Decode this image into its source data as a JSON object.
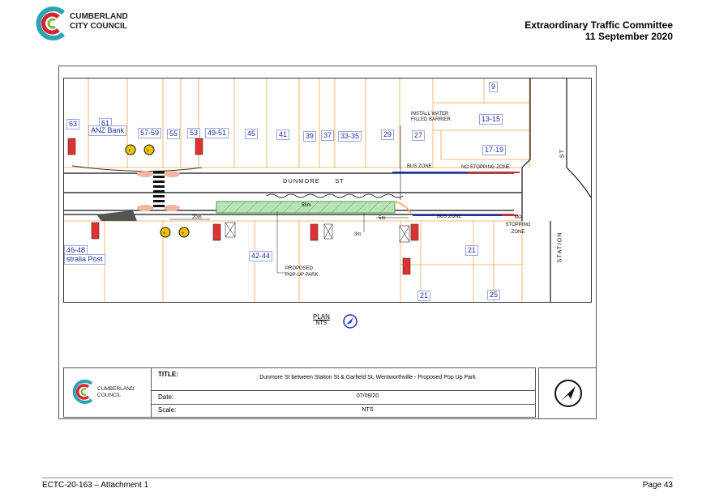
{
  "header": {
    "logo_line1": "CUMBERLAND",
    "logo_line2": "CITY COUNCIL",
    "committee": "Extraordinary Traffic Committee",
    "date": "11 September 2020"
  },
  "plan": {
    "street_name": "DUNMORE",
    "street_suffix": "ST",
    "station_st": "ST",
    "station_label": "STATION",
    "lots": [
      "63",
      "61",
      "ANZ Bank",
      "57-59",
      "55",
      "53",
      "49-51",
      "45",
      "41",
      "39",
      "37",
      "33-35",
      "29",
      "27",
      "9",
      "13-15",
      "17-19",
      "46-48",
      "stralia Post",
      "42-44",
      "21",
      "21",
      "25"
    ],
    "install_barrier": "INSTALL WATER FILLED BARRIER",
    "bus_zone_1": "BUS ZONE",
    "no_stopping_1": "NO STOPPING ZONE",
    "bus_zone_2": "BUS ZONE",
    "no_stopping_2": "NO STOPPING ZONE",
    "proposed_park": "PROPOSED POP-UP PARK",
    "dim_20m": "20m",
    "dim_58m": "58m",
    "dim_3m": "3m",
    "dim_5m": "5m",
    "caption_plan": "PLAN",
    "caption_nts": "NTS"
  },
  "title_block": {
    "logo_line1": "CUMBERLAND",
    "logo_line2": "COUNCIL",
    "title_key": "TITLE:",
    "title_value": "Dunmore St between Station St & Garfield St, Wentworthville - Proposed Pop Up Park",
    "date_key": "Date:",
    "date_value": "07/09/20",
    "scale_key": "Scale:",
    "scale_value": "NTS"
  },
  "footer": {
    "attachment": "ECTC-20-163 – Attachment 1",
    "page": "Page 43"
  }
}
